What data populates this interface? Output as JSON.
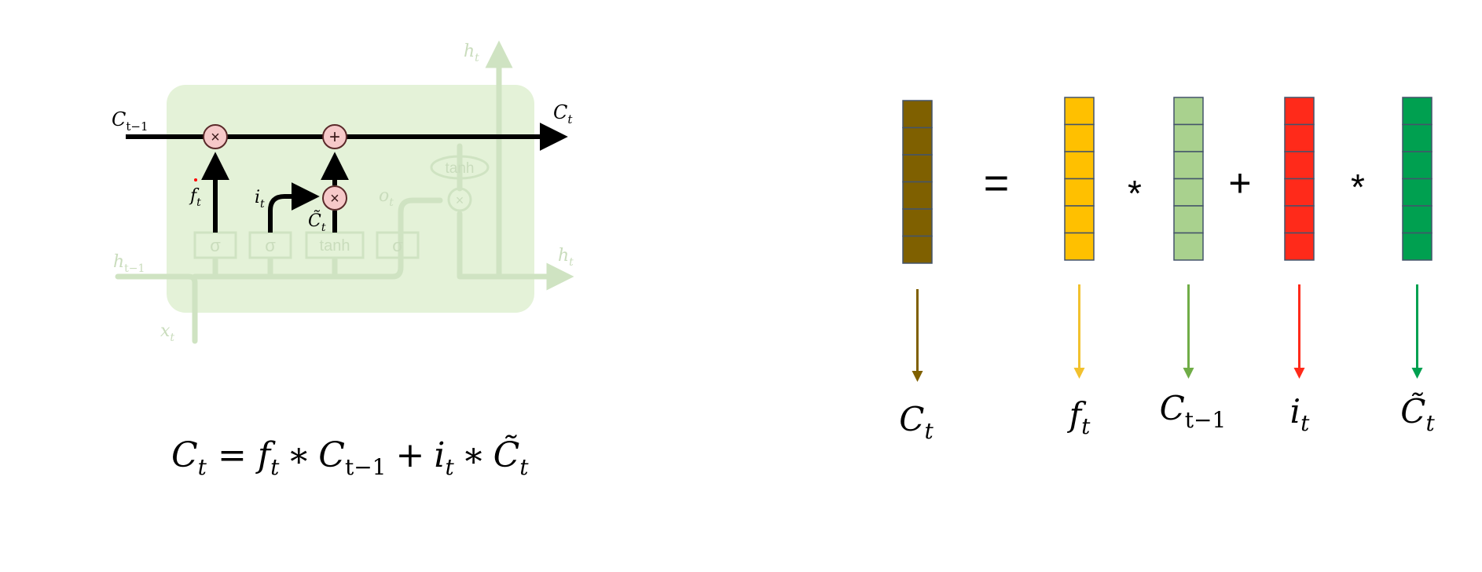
{
  "colors": {
    "cell_bg": "#e4f2d8",
    "faded_line": "#cfe3c2",
    "faded_text": "#c9dcbc",
    "active_line": "#000000",
    "op_fill": "#f6c9c9",
    "op_stroke": "#5a2a2a",
    "vec_ct": "#7f6000",
    "vec_ft": "#ffc000",
    "vec_ct1": "#a9d18e",
    "vec_it": "#ff2a1a",
    "vec_ctilde": "#00a050",
    "arrow_ct": "#7f6000",
    "arrow_ft": "#f2c12e",
    "arrow_ct1": "#70ad47",
    "arrow_it": "#ff2a1a",
    "arrow_ctilde": "#00a050"
  },
  "lstm_cell": {
    "label_c_prev": "C",
    "label_c_prev_sub": "t−1",
    "label_c_out": "C",
    "label_c_out_sub": "t",
    "label_h_top": "h",
    "label_h_top_sub": "t",
    "label_h_prev": "h",
    "label_h_prev_sub": "t−1",
    "label_h_out": "h",
    "label_h_out_sub": "t",
    "label_x": "x",
    "label_x_sub": "t",
    "label_f": "f",
    "label_f_sub": "t",
    "label_i": "i",
    "label_i_sub": "t",
    "label_ctilde": "C̃",
    "label_ctilde_sub": "t",
    "label_o": "o",
    "label_o_sub": "t",
    "op_times": "×",
    "op_plus": "+",
    "gate_sigma": "σ",
    "gate_tanh": "tanh",
    "out_tanh": "tanh"
  },
  "formula": {
    "c": "C",
    "c_sub": "t",
    "eq": "=",
    "f": "f",
    "f_sub": "t",
    "mul1": "∗",
    "c_prev": "C",
    "c_prev_sub": "t−1",
    "plus": "+",
    "i": "i",
    "i_sub": "t",
    "mul2": "∗",
    "ctilde": "C̃",
    "ctilde_sub": "t"
  },
  "vector_eq": {
    "eq": "=",
    "mul1": "*",
    "plus": "+",
    "mul2": "*",
    "lbl_ct": "C",
    "lbl_ct_sub": "t",
    "lbl_ft": "f",
    "lbl_ft_sub": "t",
    "lbl_ct1": "C",
    "lbl_ct1_sub": "t−1",
    "lbl_it": "i",
    "lbl_it_sub": "t",
    "lbl_ctilde": "C̃",
    "lbl_ctilde_sub": "t"
  }
}
